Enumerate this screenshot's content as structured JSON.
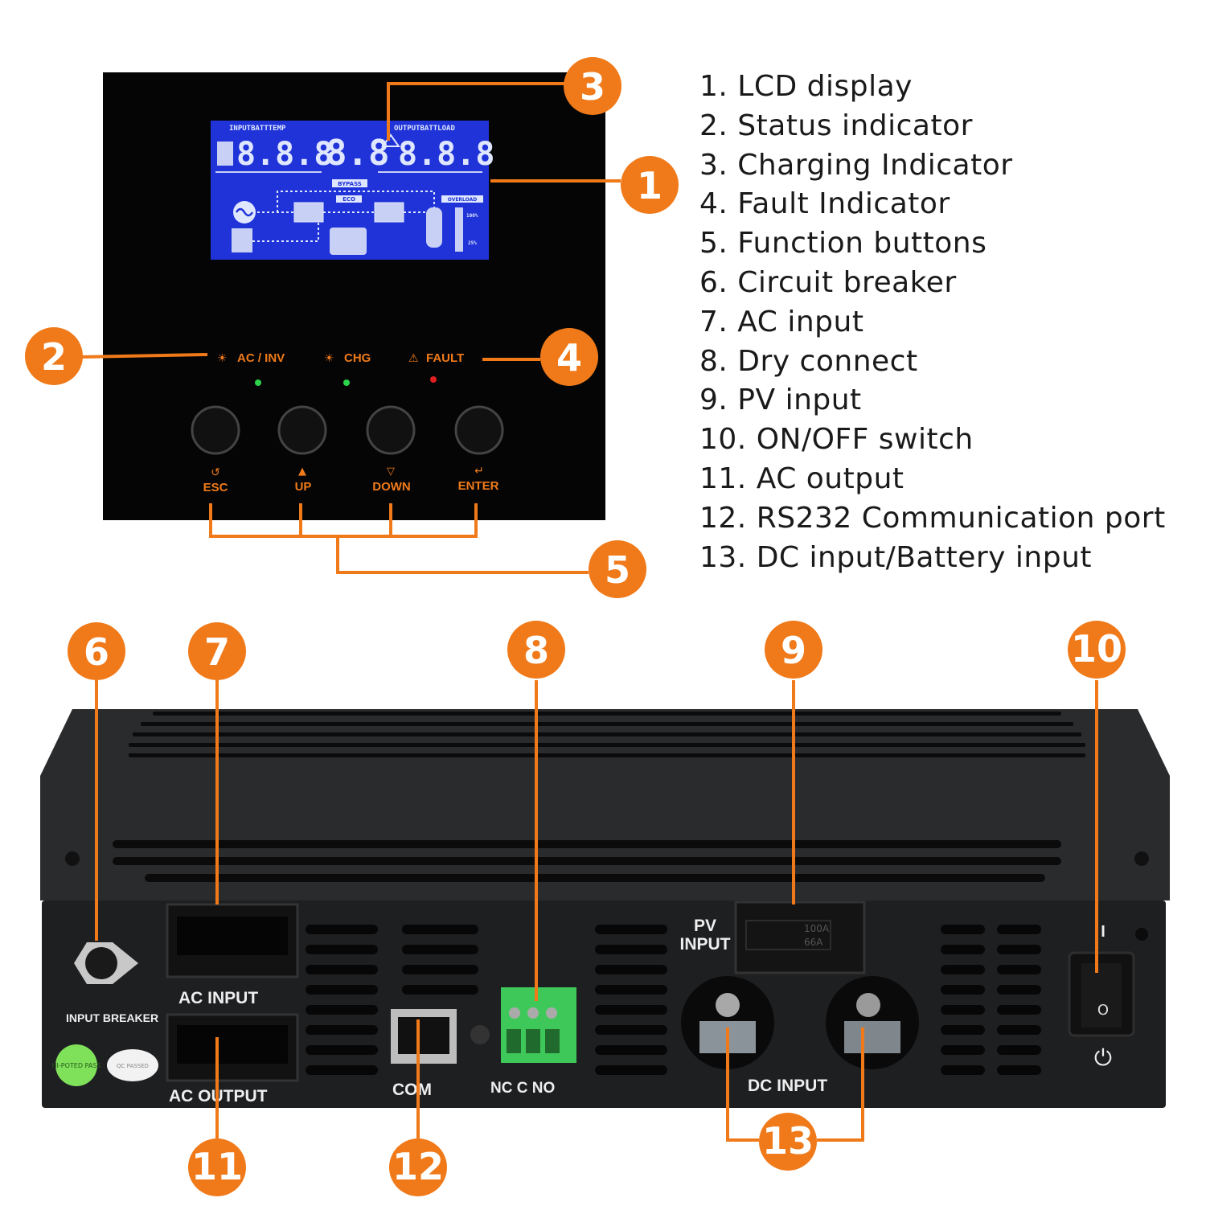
{
  "legend": [
    "1. LCD display",
    "2. Status indicator",
    "3. Charging Indicator",
    "4. Fault Indicator",
    "5. Function buttons",
    "6. Circuit breaker",
    "7. AC input",
    "8. Dry connect",
    "9. PV input",
    "10. ON/OFF switch",
    "11. AC output",
    "12. RS232 Communication port",
    "13. DC input/Battery input"
  ],
  "callouts": [
    "1",
    "2",
    "3",
    "4",
    "5",
    "6",
    "7",
    "8",
    "9",
    "10",
    "11",
    "12",
    "13"
  ],
  "lcd": {
    "input_header": "INPUTBATTTEMP",
    "output_header": "OUTPUTBATTLOAD",
    "left_digits": "8.8.8",
    "center_digits": "8.8",
    "right_digits": "8.8.8",
    "bypass": "BYPASS",
    "eco": "ECO",
    "overload": "OVERLOAD",
    "load_100": "100%",
    "load_25": "25%"
  },
  "front_panel": {
    "indicators": {
      "ac_inv": "AC / INV",
      "chg": "CHG",
      "fault": "FAULT"
    },
    "buttons": {
      "esc": "ESC",
      "up": "UP",
      "down": "DOWN",
      "enter": "ENTER"
    }
  },
  "rear_panel": {
    "input_breaker": "INPUT  BREAKER",
    "ac_input": "AC  INPUT",
    "ac_output": "AC  OUTPUT",
    "com": "COM",
    "dry_contact": "NC  C  NO",
    "pv_input_line1": "PV",
    "pv_input_line2": "INPUT",
    "pv_rating_1": "100A",
    "pv_rating_2": "66A",
    "dc_input": "DC  INPUT",
    "switch_on": "I",
    "switch_off": "O",
    "sticker_hipot": "HI-POTED PASS",
    "sticker_qc": "QC PASSED"
  },
  "colors": {
    "accent": "#f07a1a",
    "lcd_blue": "#1f33d8",
    "panel": "#050505",
    "led_green": "#2bd44a",
    "led_red": "#e02020"
  }
}
